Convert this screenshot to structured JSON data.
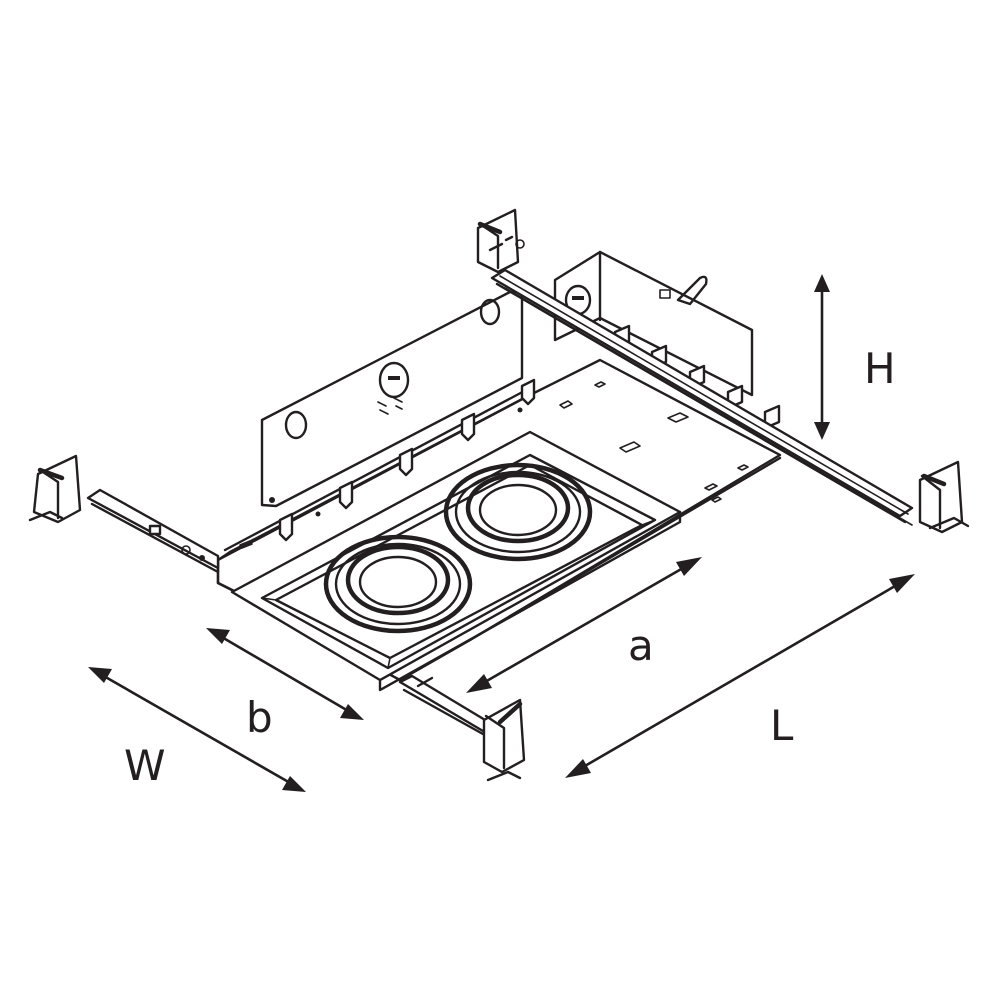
{
  "colors": {
    "line": "#231f20",
    "background": "#ffffff"
  },
  "dimensions": {
    "H": "H",
    "a": "a",
    "L": "L",
    "b": "b",
    "W": "W"
  }
}
